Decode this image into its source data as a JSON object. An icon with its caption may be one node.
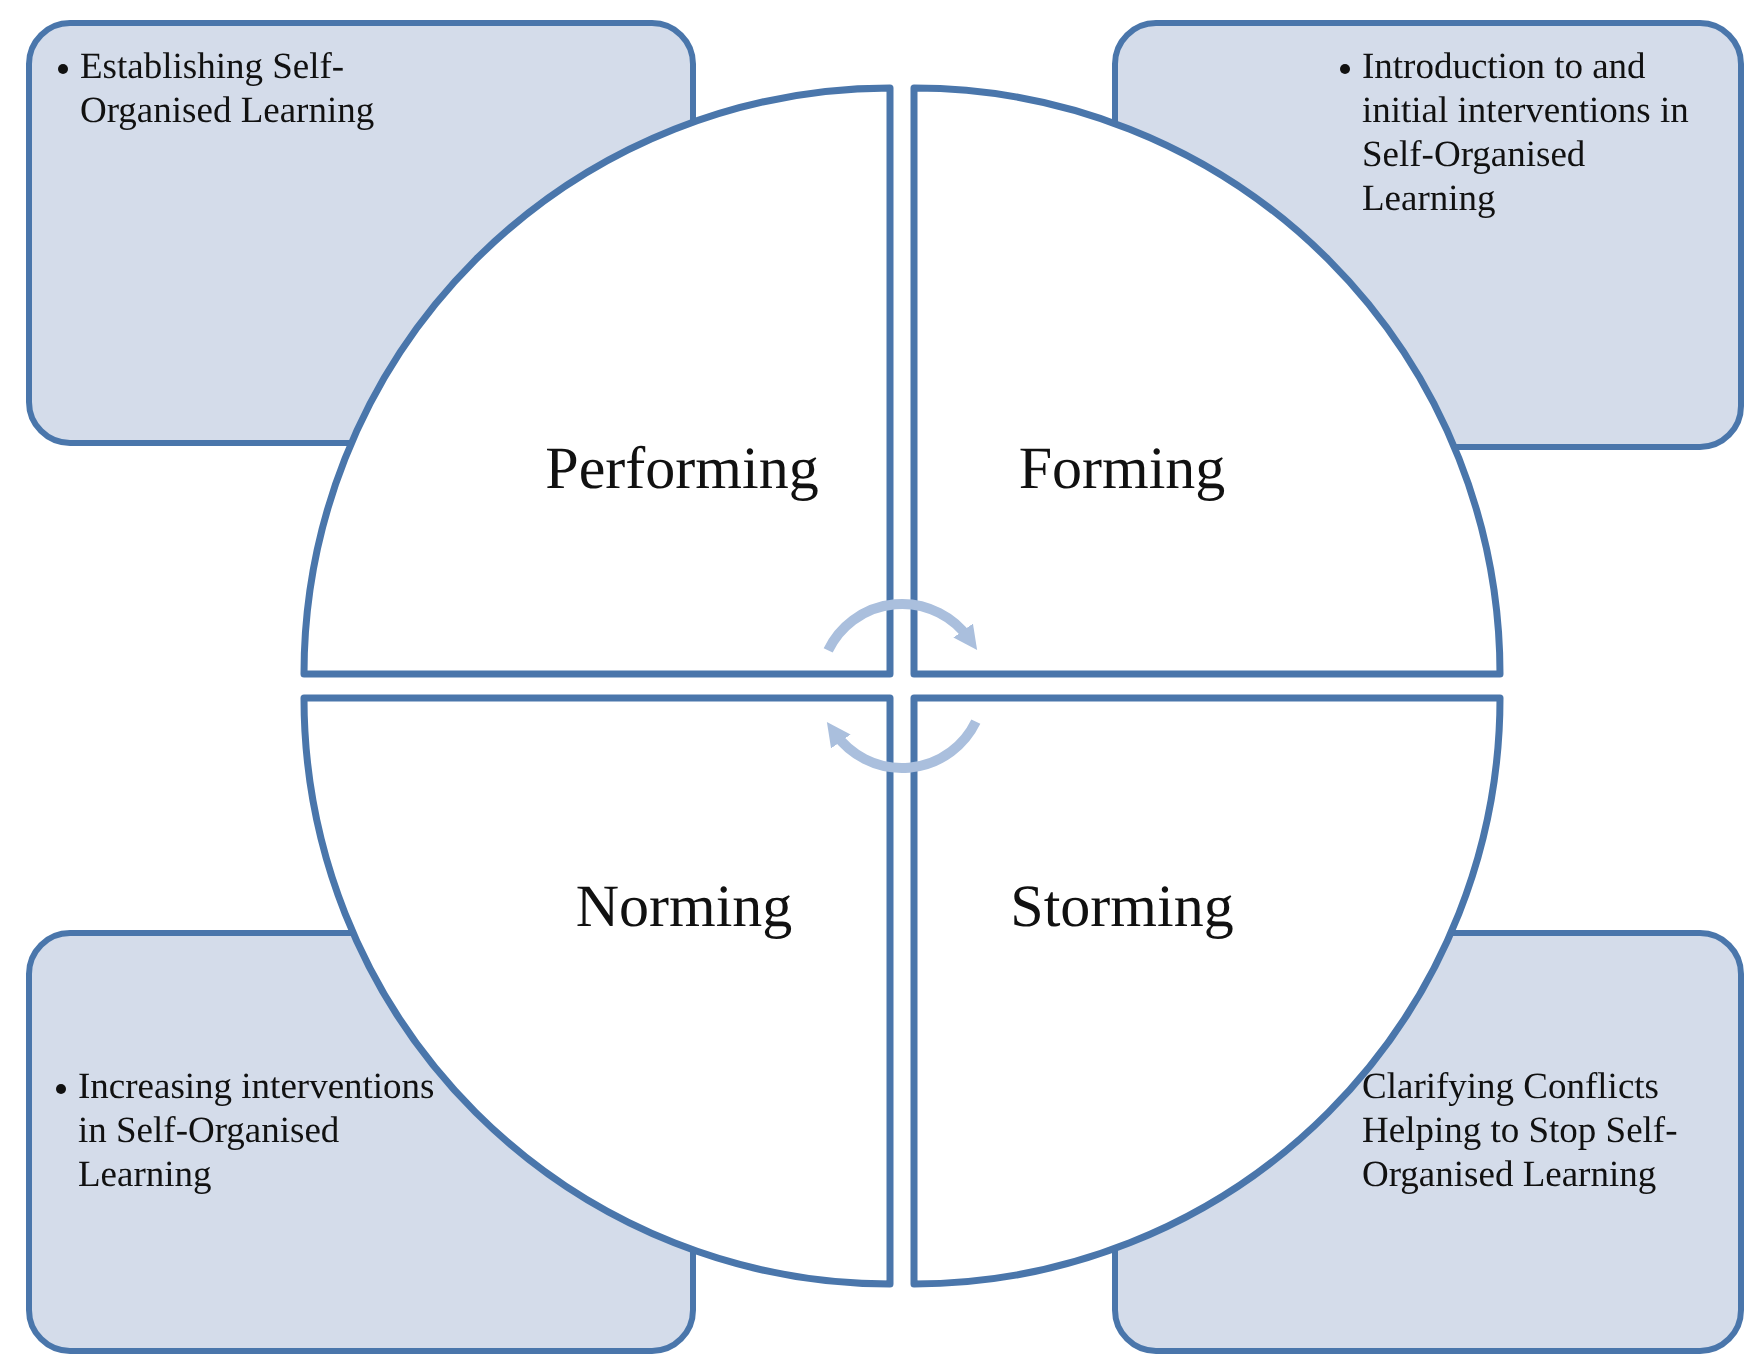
{
  "diagram": {
    "nodes": [
      {
        "text": [
          "Establishing Self-Organised Learning"
        ]
      },
      {
        "text": [
          "Introduction to and initial interventions in Self-Organised Learning"
        ]
      },
      {
        "text": [
          "Increasing interventions in Self-Organised Learning"
        ]
      },
      {
        "text": [
          "Clarifying Conflicts Helping to Stop Self-Organised Learning"
        ]
      },
      {
        "text": [
          "Performing"
        ]
      },
      {
        "text": [
          "Forming"
        ]
      },
      {
        "text": [
          "Norming"
        ]
      },
      {
        "text": [
          "Storming"
        ]
      }
    ],
    "edges": [
      {
        "from": 4,
        "to": 5,
        "arrow": "to"
      },
      {
        "from": 7,
        "to": 6,
        "arrow": "to"
      }
    ]
  }
}
